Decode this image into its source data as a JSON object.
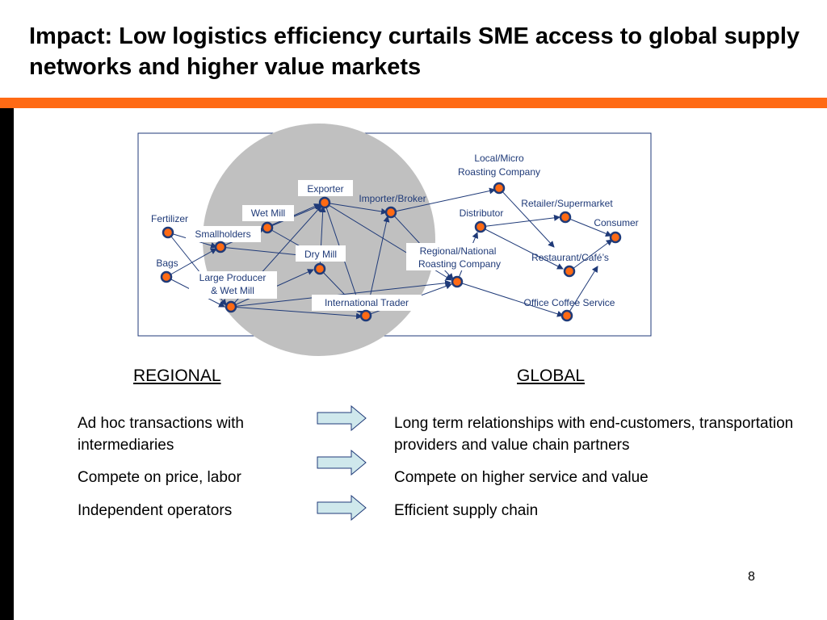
{
  "title": "Impact: Low logistics efficiency curtails SME access to global supply networks and higher value markets",
  "diagram": {
    "nodes": {
      "fertilizer": "Fertilizer",
      "bags": "Bags",
      "smallholders": "Smallholders",
      "large_producer_1": "Large Producer",
      "large_producer_2": "& Wet Mill",
      "wet_mill": "Wet Mill",
      "exporter": "Exporter",
      "dry_mill": "Dry Mill",
      "importer_broker": "Importer/Broker",
      "international_trader": "International Trader",
      "local_micro_1": "Local/Micro",
      "local_micro_2": "Roasting Company",
      "distributor": "Distributor",
      "regional_national_1": "Regional/National",
      "regional_national_2": "Roasting Company",
      "retailer_supermarket": "Retailer/Supermarket",
      "consumer": "Consumer",
      "restaurant_cafe": "Restaurant/Café’s",
      "office_coffee": "Office Coffee Service"
    }
  },
  "sections": {
    "regional_heading": "REGIONAL",
    "global_heading": "GLOBAL",
    "regional_items": [
      "Ad hoc transactions with intermediaries",
      "Compete on price, labor",
      "Independent operators"
    ],
    "global_items": [
      "Long term relationships with end-customers, transportation providers and value chain partners",
      "Compete on higher service and value",
      "Efficient supply chain"
    ]
  },
  "page_number": "8",
  "colors": {
    "accent": "#ff6a14",
    "node_fill": "#ff6a14",
    "node_stroke": "#1f3a78",
    "circle": "#c0c0c0",
    "arrow_fill": "#cfe8ec"
  }
}
